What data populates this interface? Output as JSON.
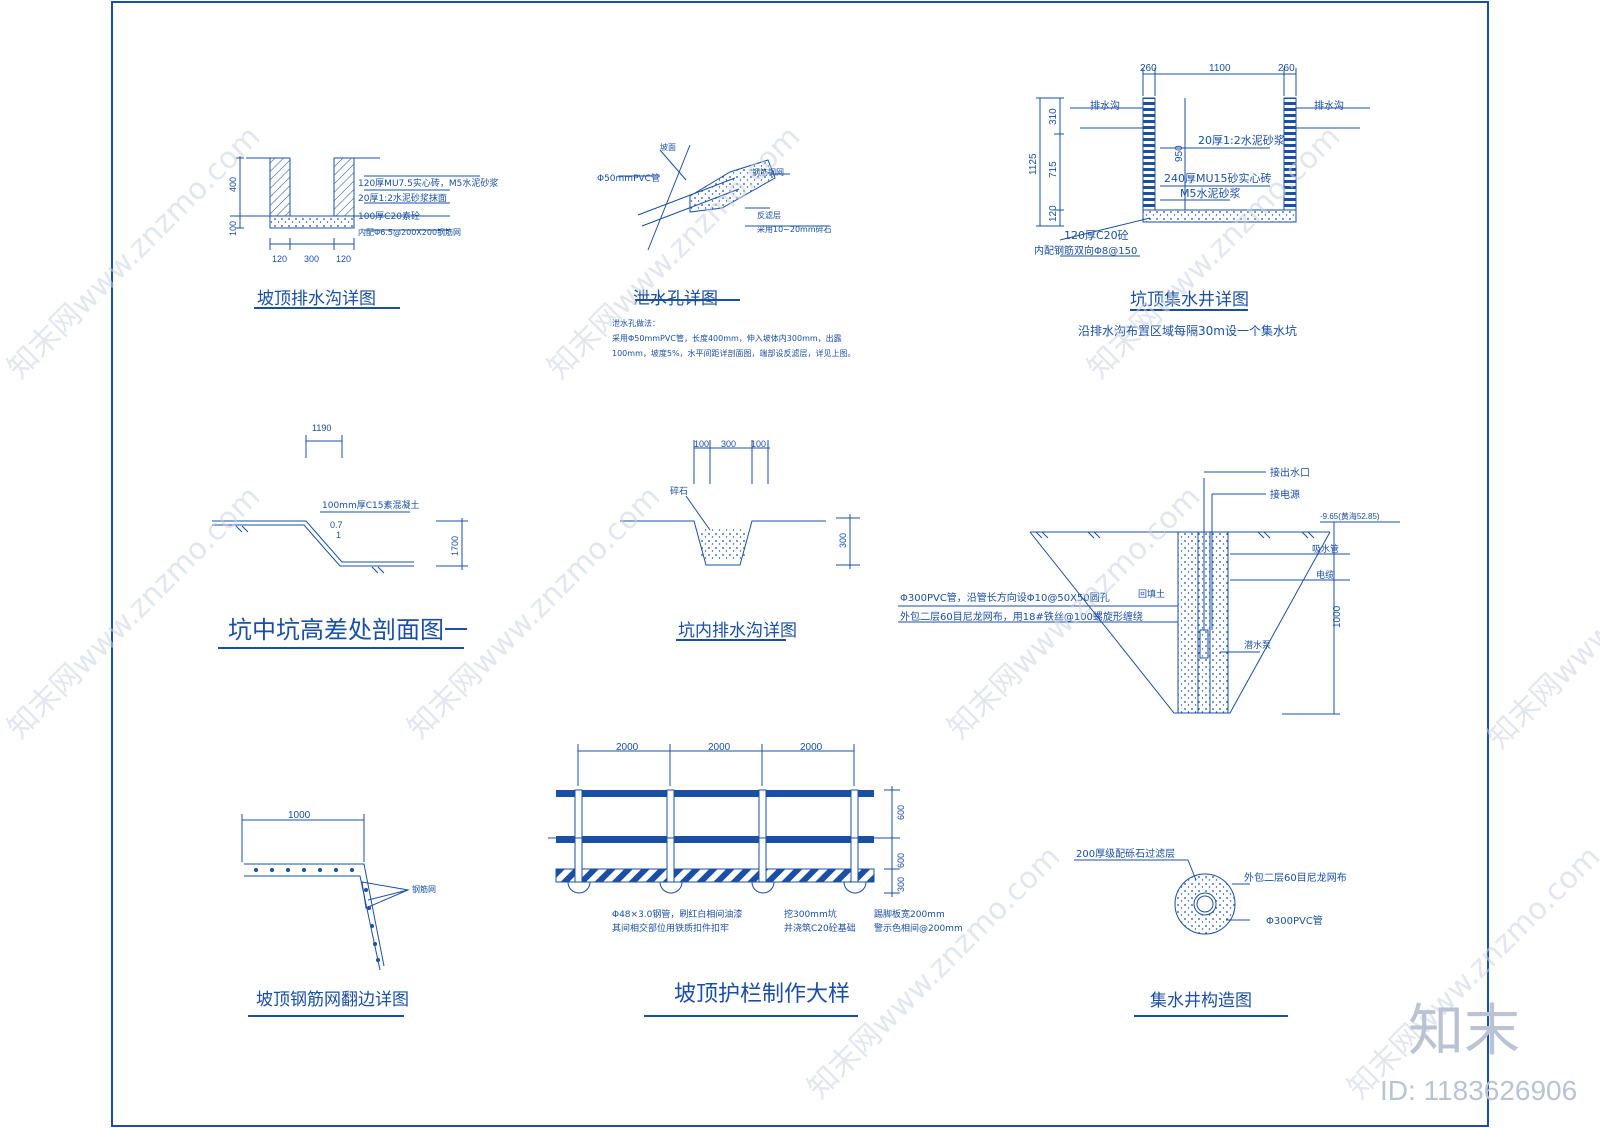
{
  "colors": {
    "line": "#1a4fa3",
    "background": "#ffffff",
    "watermark": "#c9d3e3"
  },
  "watermark": {
    "text": "知末网www.znzmo.com",
    "logo": "知末",
    "id_text": "ID: 1183626906"
  },
  "titles": {
    "d1": "坡顶排水沟详图",
    "d2": "泄水孔详图",
    "d3": "坑顶集水井详图",
    "d4": "坑中坑高差处剖面图一",
    "d5": "坑内排水沟详图",
    "d7": "坡顶钢筋网翻边详图",
    "d8": "坡顶护栏制作大样",
    "d9": "集水井构造图"
  },
  "d1": {
    "dim_400": "400",
    "dim_100": "100",
    "dim_b1": "120",
    "dim_b2": "300",
    "dim_b3": "120",
    "n1": "120厚MU7.5实心砖，M5水泥砂浆",
    "n2": "20厚1:2水泥砂浆抹面",
    "n3": "100厚C20素砼",
    "n4": "内配Φ6.5@200X200钢筋网"
  },
  "d2": {
    "slope": "坡面",
    "pipe": "Φ50mmPVC管",
    "mesh": "钢筋钢网",
    "filter1": "反滤层",
    "filter2": "采用10~20mm碎石",
    "m1": "泄水孔做法：",
    "m2": "采用Φ50mmPVC管，长度400mm，伸入坡体内300mm，出露",
    "m3": "100mm，坡度5%，水平间距详剖面图，端部设反滤层，详见上图。"
  },
  "d3": {
    "t1": "260",
    "t2": "1100",
    "t3": "260",
    "l1": "310",
    "l2": "715",
    "l3": "120",
    "lt": "1125",
    "h": "950",
    "ditch_l": "排水沟",
    "ditch_r": "排水沟",
    "n1": "20厚1:2水泥砂浆",
    "n2": "240厚MU15砂实心砖",
    "n3": "M5水泥砂浆",
    "n4": "120厚C20砼",
    "n5": "内配钢筋双向Φ8@150",
    "sub": "沿排水沟布置区域每隔30m设一个集水坑"
  },
  "d4": {
    "w": "1190",
    "note": "100mm厚C15素混凝土",
    "r1": "0.7",
    "r2": "1",
    "h": "1700"
  },
  "d5": {
    "a": "100",
    "b": "300",
    "c": "100",
    "stone": "碎石",
    "h": "300"
  },
  "d6": {
    "out": "接出水口",
    "power": "接电源",
    "lev": "-9.65(黄海52.85)",
    "backfill": "回填土",
    "suction": "吸水管",
    "cable": "电缆",
    "pump": "潜水泵",
    "pvc1": "Φ300PVC管，沿管长方向设Φ10@50X50圆孔",
    "pvc2": "外包二层60目尼龙网布，用18#铁丝@100螺旋形缠绕",
    "h": "1000"
  },
  "d7": {
    "w": "1000",
    "mesh": "钢筋网"
  },
  "d8": {
    "s1": "2000",
    "s2": "2000",
    "s3": "2000",
    "h1": "600",
    "h2": "600",
    "h3": "300",
    "n1": "Φ48×3.0钢管，刷红白相间油漆",
    "n2": "其间相交部位用铁质扣件扣牢",
    "n3": "挖300mm坑",
    "n4": "并浇筑C20砼基础",
    "n5": "踢脚板宽200mm",
    "n6": "警示色相间@200mm"
  },
  "d9": {
    "n1": "200厚级配砾石过滤层",
    "n2": "外包二层60目尼龙网布",
    "n3": "Φ300PVC管"
  }
}
